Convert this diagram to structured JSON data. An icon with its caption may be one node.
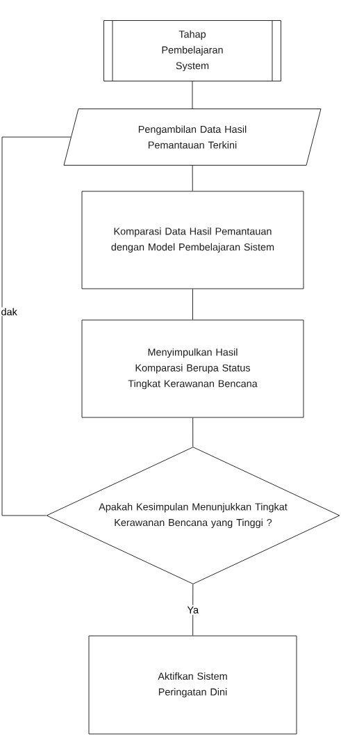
{
  "diagram": {
    "nodes": [
      {
        "text": [
          "Tahap Pembelajaran System"
        ]
      },
      {
        "text": [
          "Pengambilan Data Hasil Pemantauan Terkini"
        ]
      },
      {
        "text": [
          "Komparasi Data Hasil Pemantauan dengan Model Pembelajaran Sistem"
        ]
      },
      {
        "text": [
          "Menyimpulkan Hasil Komparasi Berupa Status Tingkat Kerawanan Bencana"
        ]
      },
      {
        "text": [
          "Apakah Kesimpulan Menunjukkan Tingkat Kerawanan Bencana yang Tinggi ?"
        ]
      },
      {
        "text": [
          "Aktifkan Sistem Peringatan Dini"
        ]
      }
    ],
    "edges": [
      {
        "from": 0,
        "to": 1,
        "arrow": "none"
      },
      {
        "from": 1,
        "to": 2,
        "arrow": "none"
      },
      {
        "from": 2,
        "to": 3,
        "arrow": "none"
      },
      {
        "from": 3,
        "to": 4,
        "arrow": "none"
      },
      {
        "from": 4,
        "to": 5,
        "arrow": "none",
        "label": "Ya"
      },
      {
        "from": 4,
        "to": 1,
        "arrow": "none",
        "label": "dak"
      }
    ]
  }
}
